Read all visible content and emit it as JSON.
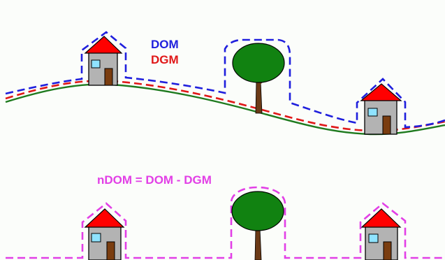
{
  "legend": {
    "dom_label": "DOM",
    "dgm_label": "DGM",
    "ndom_label": "nDOM = DOM - DGM"
  },
  "colors": {
    "background": "#fbfdfa",
    "dom": "#1f1fdd",
    "dgm": "#e01818",
    "terrain": "#1e7a1e",
    "ndom": "#e23fe6",
    "roof": "#ff0000",
    "wall": "#b3b3b3",
    "window": "#8fe3ff",
    "door": "#7a3d10",
    "tree_crown": "#118211",
    "tree_trunk": "#6b3a16"
  },
  "icons": [
    "house-icon",
    "tree-icon"
  ]
}
